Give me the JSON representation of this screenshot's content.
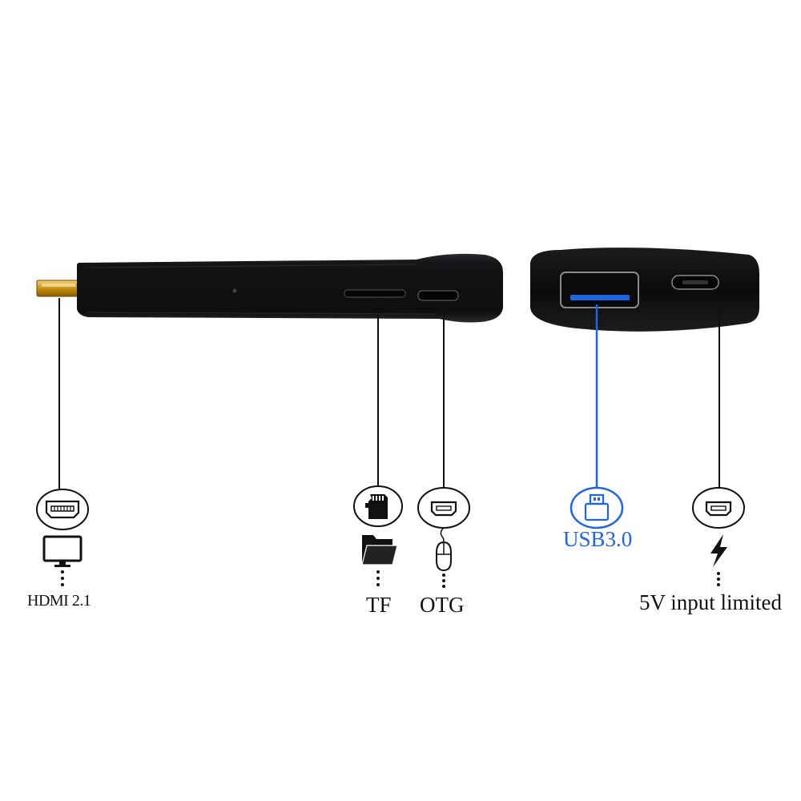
{
  "labels": {
    "hdmi": "HDMI 2.1",
    "tf": "TF",
    "otg": "OTG",
    "usb": "USB3.0",
    "power": "5V input limited"
  },
  "colors": {
    "usb_accent": "#1f64e0",
    "device_body": "#1a1a1c",
    "hdmi_connector": "#d4a017",
    "text": "#111111"
  },
  "icons": {
    "hdmi": [
      "hdmi-port-icon",
      "monitor-icon"
    ],
    "tf": [
      "sd-card-icon",
      "folder-icon"
    ],
    "otg": [
      "micro-usb-port-icon",
      "mouse-icon"
    ],
    "usb": [
      "usb-plug-icon"
    ],
    "power": [
      "micro-usb-port-icon",
      "lightning-icon"
    ]
  }
}
